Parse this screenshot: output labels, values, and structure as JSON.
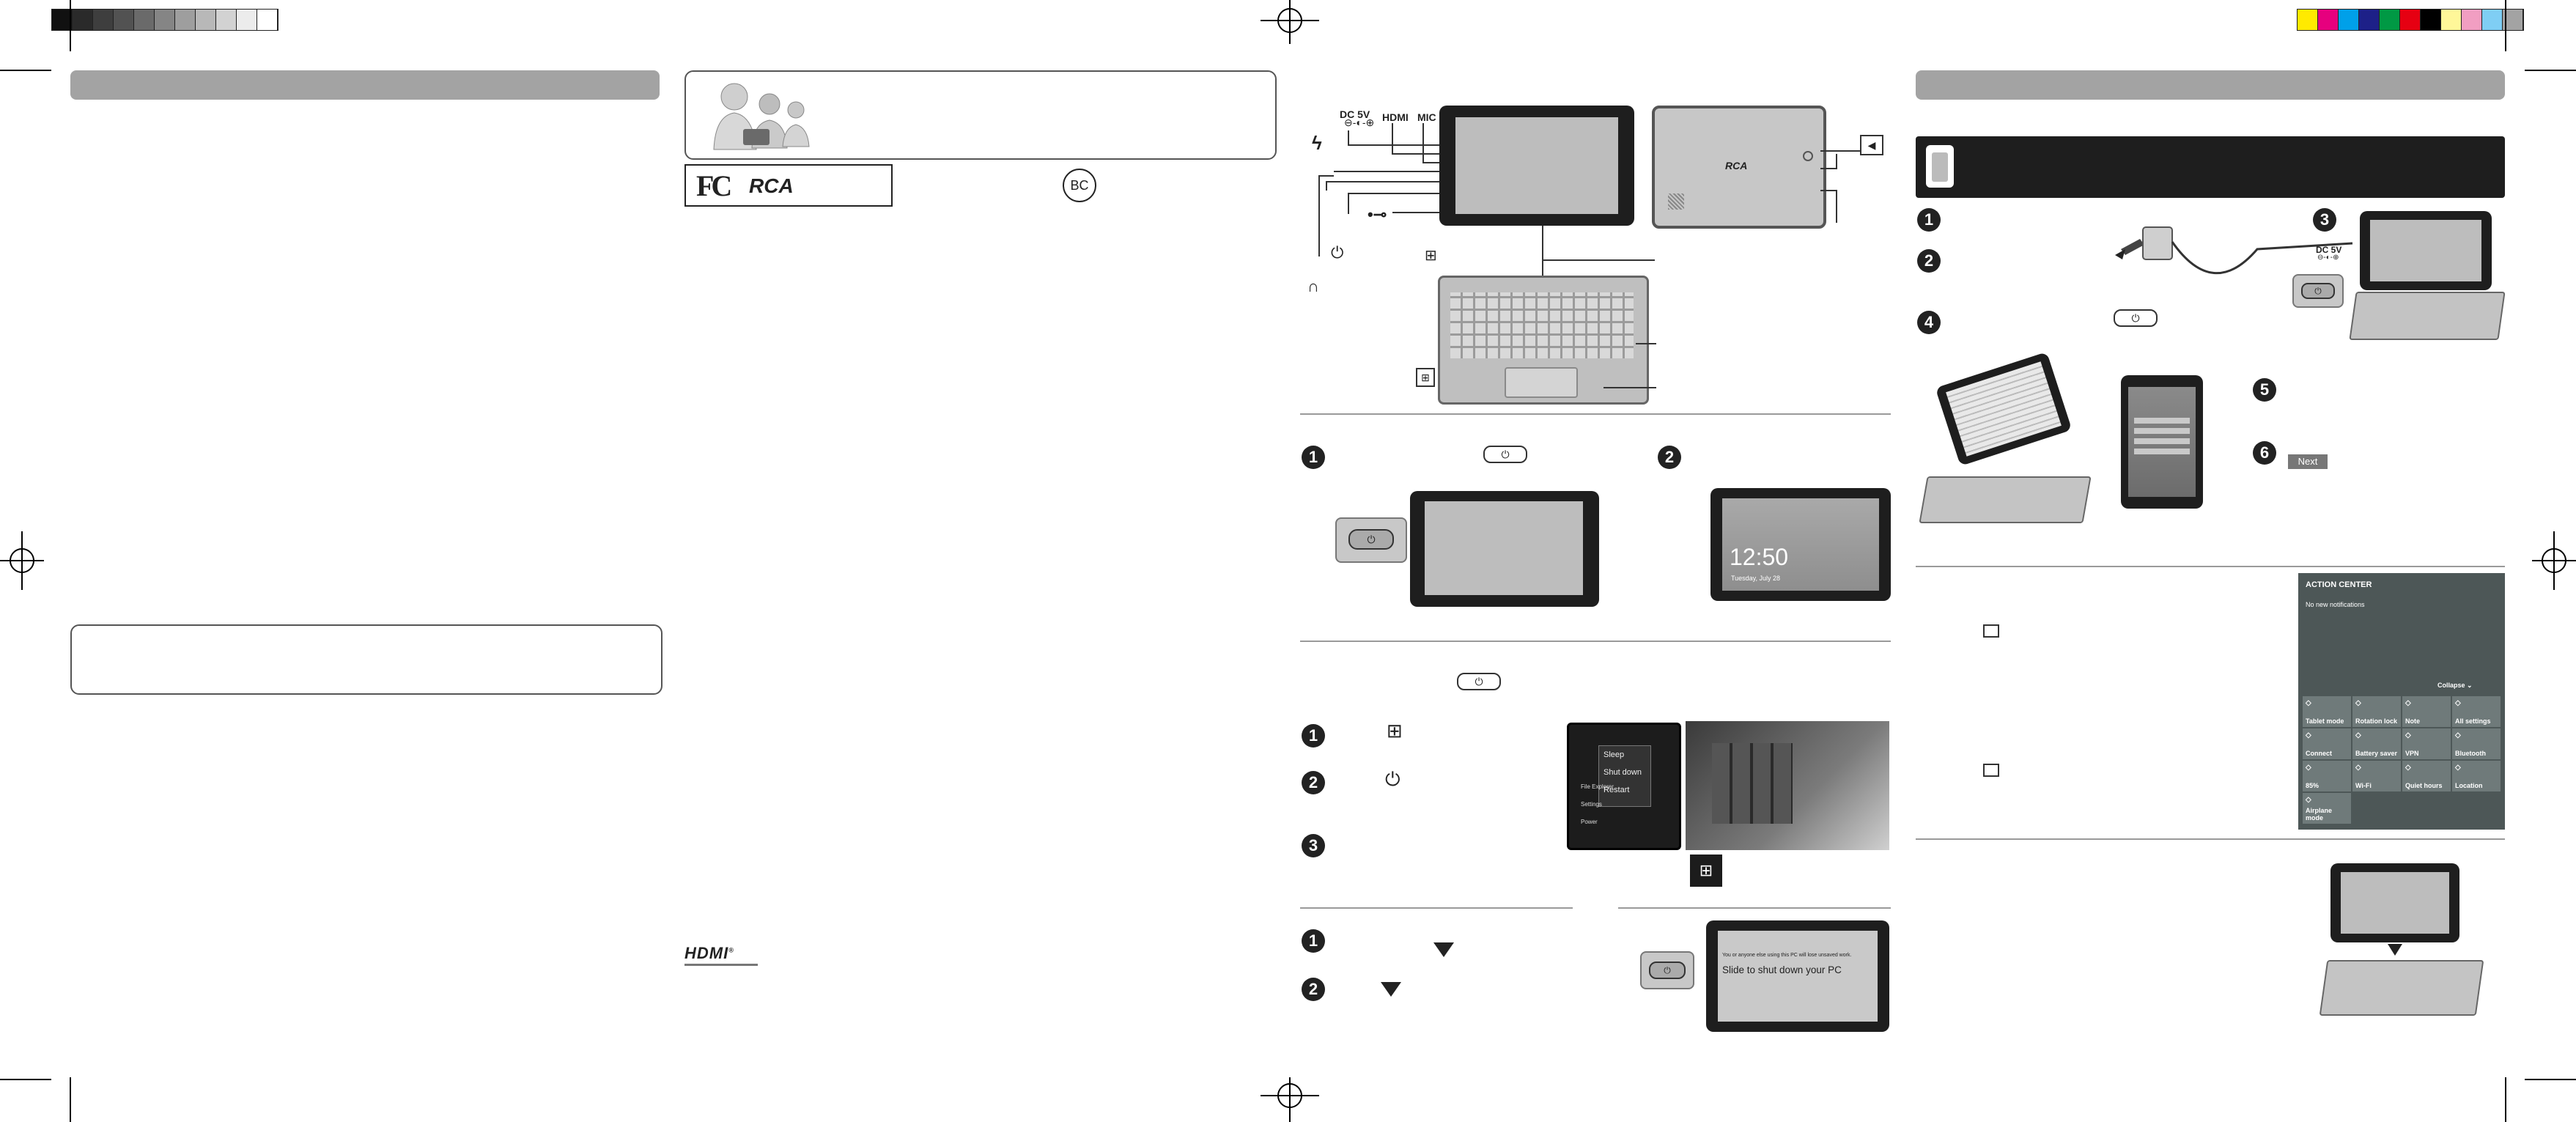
{
  "color_bar": [
    "#ffea00",
    "#e6007e",
    "#00a0e9",
    "#1d2088",
    "#009944",
    "#e60012",
    "#000000",
    "#fff799",
    "#f19ec2",
    "#7fcef4",
    "#a3a3a3"
  ],
  "gray_bar": [
    "#111111",
    "#2a2a2a",
    "#3e3e3e",
    "#525252",
    "#6a6a6a",
    "#858585",
    "#9e9e9e",
    "#b8b8b8",
    "#d2d2d2",
    "#ececec",
    "#ffffff"
  ],
  "ports": {
    "dc": "DC 5V",
    "hdmi": "HDMI",
    "mic": "MIC"
  },
  "setup": {
    "dc_label": "DC 5V",
    "next_button": "Next"
  },
  "login_screen": {
    "time": "12:50",
    "date": "Tuesday, July 28"
  },
  "shutdown_menu": {
    "items": [
      "Sleep",
      "Shut down",
      "Restart"
    ],
    "side": [
      "File Explorer",
      "Settings",
      "Power"
    ]
  },
  "slide_screen": {
    "line1": "You or anyone else using this PC will lose unsaved work.",
    "line2": "Slide to shut down your PC"
  },
  "action_center": {
    "title": "ACTION CENTER",
    "message": "No new notifications",
    "collapse": "Collapse",
    "tiles": [
      "Tablet mode",
      "Rotation lock",
      "Note",
      "All settings",
      "Connect",
      "Battery saver",
      "VPN",
      "Bluetooth",
      "85%",
      "Wi-Fi",
      "Quiet hours",
      "Location",
      "Airplane mode"
    ]
  },
  "logos": {
    "fcc": "FC",
    "rca": "RCA",
    "bc": "BC",
    "hdmi": "HDMI"
  },
  "step_numbers": [
    "1",
    "2",
    "3",
    "4",
    "5",
    "6"
  ]
}
